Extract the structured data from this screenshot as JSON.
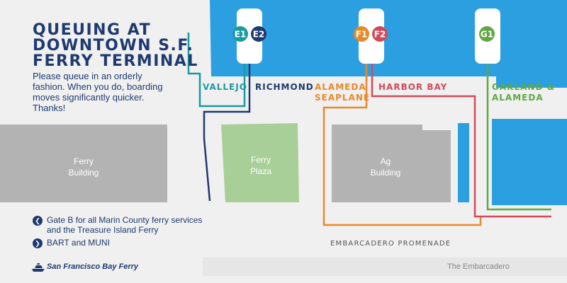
{
  "title": {
    "line1": "QUEUING AT",
    "line2": "DOWNTOWN S.F.",
    "line3": "FERRY TERMINAL"
  },
  "instructions": {
    "line1": "Please queue in an orderly",
    "line2": "fashion. When you do, boarding",
    "line3": "moves significantly quicker.",
    "line4": "Thanks!"
  },
  "gates": [
    {
      "label": "E1",
      "color": "#1b9aa0"
    },
    {
      "label": "E2",
      "color": "#1e3a6e"
    },
    {
      "label": "F1",
      "color": "#e8892a"
    },
    {
      "label": "F2",
      "color": "#d24a5a"
    },
    {
      "label": "G1",
      "color": "#5fa843"
    }
  ],
  "routes": {
    "vallejo": {
      "name": "VALLEJO",
      "color": "#1b9aa0"
    },
    "richmond": {
      "name": "RICHMOND",
      "color": "#1e3a6e"
    },
    "alameda_seaplane": {
      "line1": "ALAMEDA",
      "line2": "SEAPLANE",
      "color": "#e8892a"
    },
    "harbor_bay": {
      "name": "HARBOR BAY",
      "color": "#d24a5a"
    },
    "oakland_alameda": {
      "line1": "OAKLAND &",
      "line2": "ALAMEDA",
      "color": "#5fa843"
    }
  },
  "buildings": {
    "ferry_building": {
      "line1": "Ferry",
      "line2": "Building"
    },
    "ferry_plaza": {
      "line1": "Ferry",
      "line2": "Plaza"
    },
    "ag_building": {
      "line1": "Ag",
      "line2": "Building"
    }
  },
  "legend": {
    "gate_b": {
      "line1": "Gate B for all Marin County ferry services",
      "line2": "and the Treasure Island Ferry",
      "icon": "chevron-left-icon"
    },
    "bart": {
      "text": "BART and MUNI",
      "icon": "chevron-down-icon"
    }
  },
  "promenade_label": "EMBARCADERO PROMENADE",
  "street_label": "The Embarcadero",
  "logo": {
    "text": "San Francisco Bay Ferry",
    "icon": "ferry-boat-icon"
  },
  "colors": {
    "water": "#2b9fe0",
    "background": "#f0f0f0",
    "building": "#b3b3b3",
    "plaza": "#a8cf98",
    "dark_blue": "#1e3a6e",
    "street": "#e6e6e6"
  }
}
